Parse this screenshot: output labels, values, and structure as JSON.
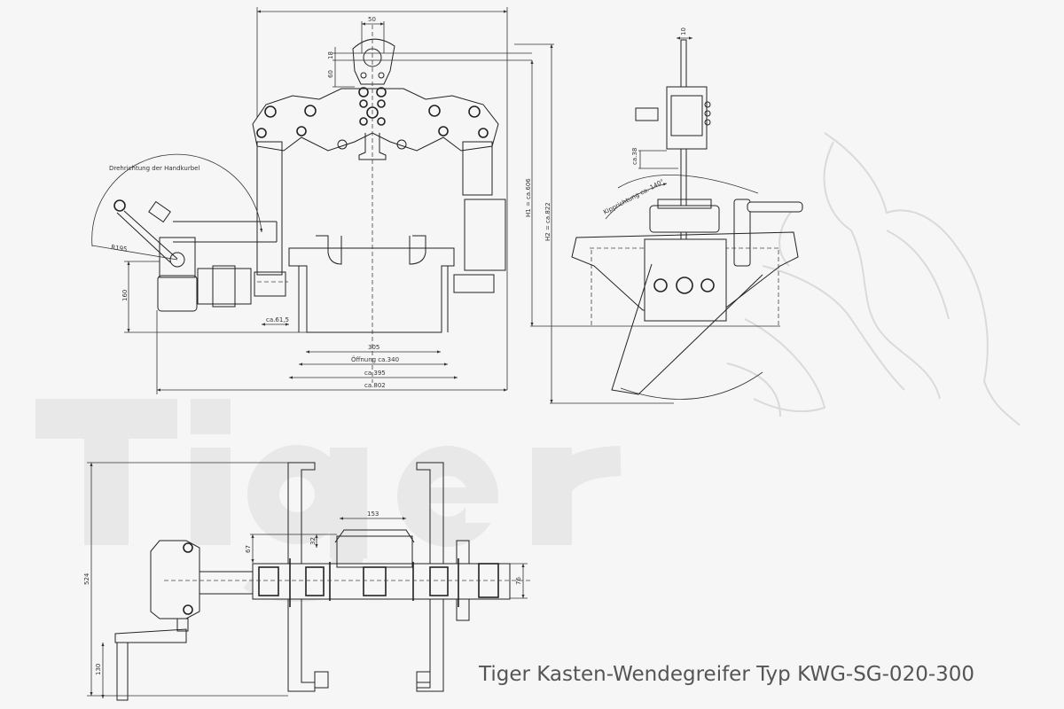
{
  "watermark": "Tiger",
  "caption": "Tiger Kasten-Wendegreifer Typ KWG-SG-020-300",
  "front_view": {
    "dim_hook_width": "50",
    "dim_hook_18": "18",
    "dim_hook_60": "60",
    "crank_direction": "Drehrichtung der Handkurbel",
    "radius": "R195",
    "dim_160": "160",
    "dim_615": "ca.61,5",
    "dim_305": "305",
    "opening": "Öffnung ca.340",
    "dim_395": "ca.395",
    "dim_802": "ca.802",
    "h1": "H1 = ca.606",
    "h2": "H2 = ca.822"
  },
  "side_view": {
    "dim_10": "10",
    "dim_38": "ca.38",
    "tilt_direction": "Kipprichtung ca. 140°"
  },
  "top_view": {
    "dim_153": "153",
    "dim_32": "32",
    "dim_67": "67",
    "dim_76": "76",
    "dim_524": "524",
    "dim_130": "130"
  }
}
